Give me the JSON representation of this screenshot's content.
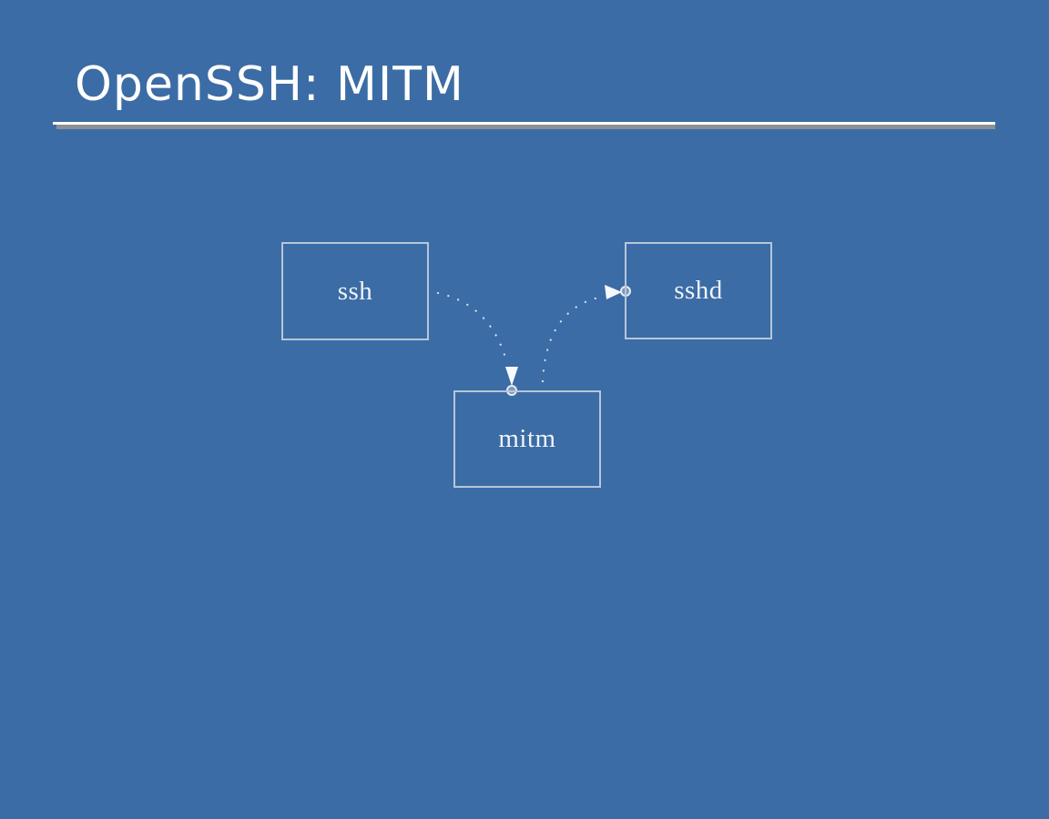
{
  "slide": {
    "title": "OpenSSH: MITM",
    "background_color": "#3b6ca5",
    "title_color": "#ffffff",
    "rule_color": "#fdfdfd",
    "rule_shadow_color": "#8b9096"
  },
  "diagram": {
    "node_border_color": "#b7c6da",
    "node_label_color": "#eff3f9",
    "connector_color": "#e9eef7",
    "port_fill_color": "#7e97bb",
    "nodes": [
      {
        "id": "ssh",
        "label": "ssh"
      },
      {
        "id": "sshd",
        "label": "sshd"
      },
      {
        "id": "mitm",
        "label": "mitm"
      }
    ],
    "connections": [
      {
        "from": "ssh",
        "to": "mitm",
        "style": "dotted",
        "arrow": "into mitm top"
      },
      {
        "from": "mitm",
        "to": "sshd",
        "style": "dotted",
        "arrow": "into sshd left"
      }
    ]
  }
}
